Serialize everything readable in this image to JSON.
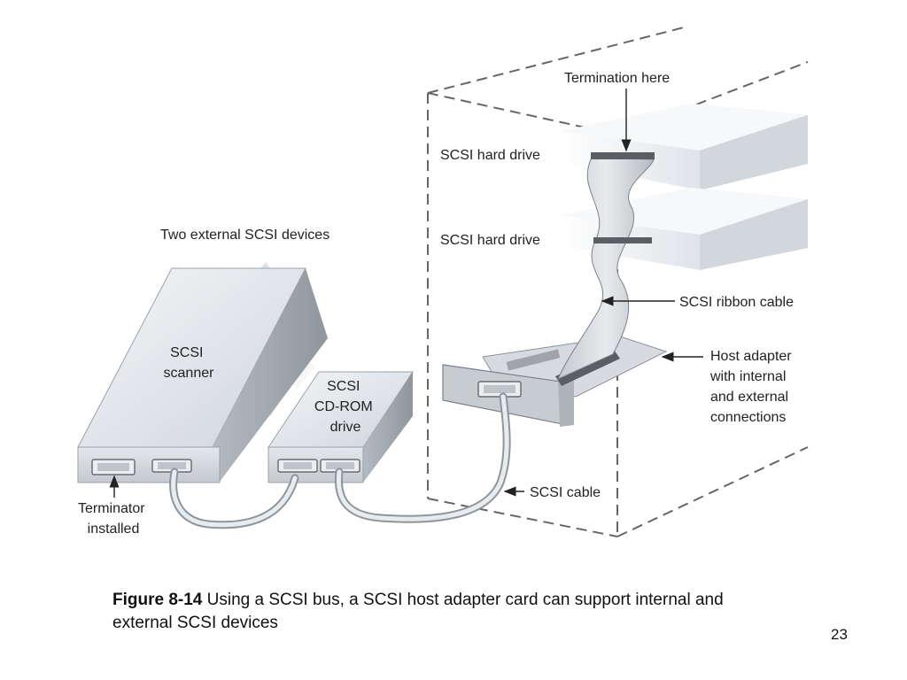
{
  "figure": {
    "labels": {
      "termination_here": "Termination here",
      "hard_drive_top": "SCSI hard drive",
      "hard_drive_bottom": "SCSI hard drive",
      "two_external": "Two external SCSI devices",
      "ribbon_cable": "SCSI ribbon cable",
      "host_adapter": [
        "Host adapter",
        "with internal",
        "and external",
        "connections"
      ],
      "scanner": [
        "SCSI",
        "scanner"
      ],
      "cdrom": [
        "SCSI",
        "CD-ROM",
        "drive"
      ],
      "scsi_cable": "SCSI cable",
      "terminator": [
        "Terminator",
        "installed"
      ]
    },
    "colors": {
      "device_light": "#eef1f4",
      "device_mid": "#c9ced4",
      "device_dark": "#9aa1a8",
      "line": "#333333"
    }
  },
  "caption": {
    "figure_id": "Figure 8-14",
    "text": " Using a SCSI bus, a SCSI host adapter card can support internal and external SCSI devices"
  },
  "page_number": "23"
}
